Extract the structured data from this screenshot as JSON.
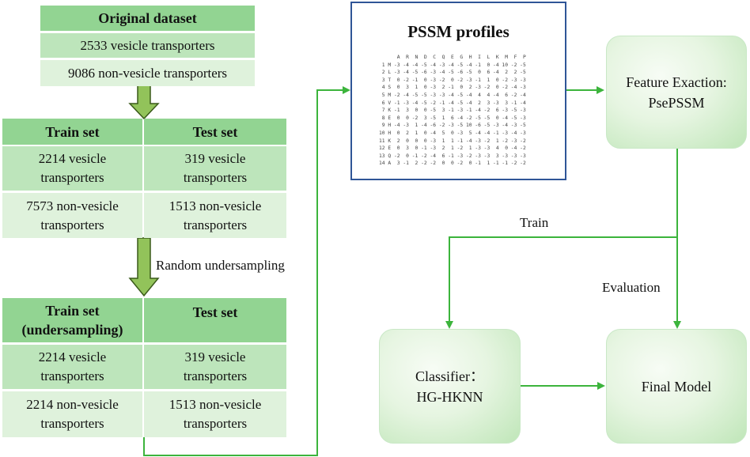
{
  "dataset": {
    "title": "Original dataset",
    "vesicle": "2533 vesicle transporters",
    "non_vesicle": "9086 non-vesicle transporters"
  },
  "split1": {
    "train_header": "Train set",
    "test_header": "Test set",
    "train_vesicle": [
      "2214 vesicle",
      "transporters"
    ],
    "test_vesicle": [
      "319 vesicle",
      "transporters"
    ],
    "train_non": [
      "7573 non-vesicle",
      "transporters"
    ],
    "test_non": [
      "1513 non-vesicle",
      "transporters"
    ]
  },
  "undersampling_label": "Random undersampling",
  "split2": {
    "train_header": [
      "Train set",
      "(undersampling)"
    ],
    "test_header": "Test set",
    "train_vesicle": [
      "2214 vesicle",
      "transporters"
    ],
    "test_vesicle": [
      "319 vesicle",
      "transporters"
    ],
    "train_non": [
      "2214 non-vesicle",
      "transporters"
    ],
    "test_non": [
      "1513 non-vesicle",
      "transporters"
    ]
  },
  "pssm": {
    "title": "PSSM profiles",
    "matrix": [
      "      A  R  N  D  C  Q  E  G  H  I  L  K  M  F  P",
      " 1 M -3 -4 -4 -5 -4 -3 -4 -5 -4 -1  0 -4 10 -2 -5",
      " 2 L -3 -4 -5 -6 -3 -4 -5 -6 -5  0  6 -4  2  2 -5",
      " 3 T  0 -2 -1  0 -3 -2  0 -2 -3 -1  1  0 -2 -3 -3",
      " 4 S  0  3  1  0 -3  2 -1  0  2 -3 -2  0 -2 -4 -3",
      " 5 M -2 -4 -5 -5 -3 -3 -4 -5 -4  4  4 -4  6 -2 -4",
      " 6 V -1 -3 -4 -5 -2 -1 -4 -5 -4  2  3 -3  3 -1 -4",
      " 7 K -1  3  0  0 -5  3 -1 -3 -1 -4 -2  6 -3 -5 -3",
      " 8 E  0  0 -2  3 -5  1  6 -4 -2 -5 -5  0 -4 -5 -3",
      " 9 H -4 -3  1 -4 -6 -2 -3 -5 10 -6 -5 -3 -4 -3 -5",
      "10 H  0  2  1  0 -4  5  0 -3  5 -4 -4 -1 -3 -4 -3",
      "11 K  2  0  0  0 -3  1  1 -1 -4 -3 -2  1 -2 -3 -2",
      "12 E  0  3  0 -1 -3  2  1 -2  1 -3 -3  4  0 -4 -2",
      "13 Q -2  0 -1 -2 -4  6 -1 -3 -2 -3 -3  3 -3 -3 -3",
      "14 A  3 -1  2 -2 -2  0  0 -2  0 -1  1 -1 -1 -2 -2"
    ]
  },
  "feature": [
    "Feature Exaction:",
    "PsePSSM"
  ],
  "classifier": [
    "Classifier：",
    "HG-HKNN"
  ],
  "final_model": "Final Model",
  "train_label": "Train",
  "evaluation_label": "Evaluation",
  "colors": {
    "header_green": "#92d492",
    "mid_green": "#bde5bb",
    "light_green": "#dff2dc",
    "line_green": "#3cb43c",
    "arrow_fill": "#92c35a",
    "pssm_border": "#2f5597"
  }
}
